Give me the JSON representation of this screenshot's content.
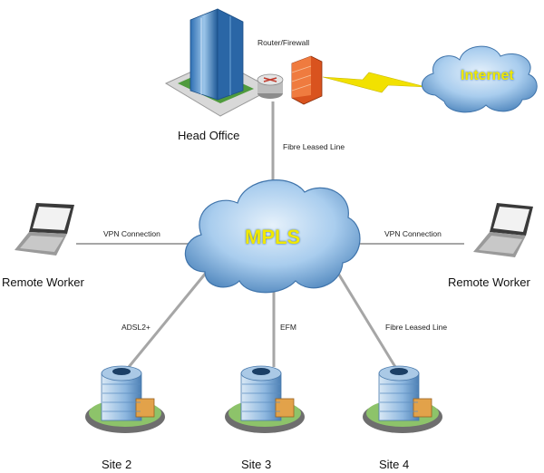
{
  "nodes": {
    "head_office": "Head Office",
    "router_firewall": "Router/Firewall",
    "internet": "Internet",
    "mpls": "MPLS",
    "remote_worker_left": "Remote Worker",
    "remote_worker_right": "Remote Worker",
    "site2": "Site 2",
    "site3": "Site 3",
    "site4": "Site 4"
  },
  "links": {
    "head_office_mpls": "Fibre Leased Line",
    "vpn_left": "VPN Connection",
    "vpn_right": "VPN Connection",
    "site2": "ADSL2+",
    "site3": "EFM",
    "site4": "Fibre Leased Line"
  },
  "colors": {
    "link_line": "#a6a6a6",
    "cloud": "#9ec3e6",
    "cloud_label": "#f0e800",
    "lightning": "#f2e100"
  }
}
